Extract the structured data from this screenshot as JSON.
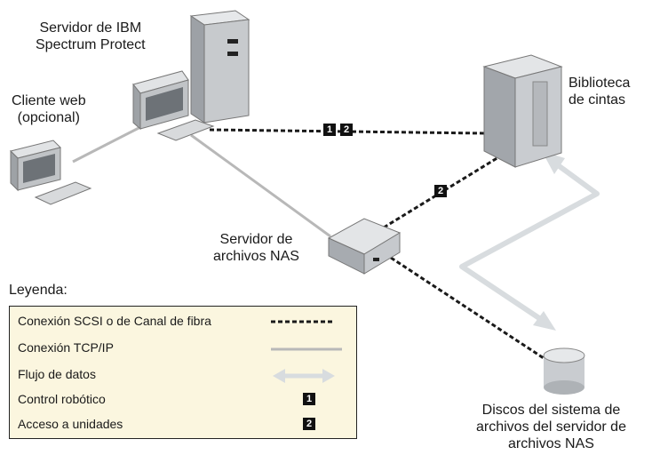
{
  "labels": {
    "server": [
      "Servidor de IBM",
      "Spectrum Protect"
    ],
    "web_client": [
      "Cliente web",
      "(opcional)"
    ],
    "tape_library": [
      "Biblioteca",
      "de cintas"
    ],
    "nas_server": [
      "Servidor de",
      "archivos NAS"
    ],
    "disks": [
      "Discos del sistema de",
      "archivos del servidor de",
      "archivos NAS"
    ]
  },
  "badges": {
    "robotic": "1",
    "drive": "2"
  },
  "legend": {
    "title": "Leyenda:",
    "items": [
      {
        "label": "Conexión SCSI o de Canal de fibra",
        "symbol": "dashed-line"
      },
      {
        "label": "Conexión TCP/IP",
        "symbol": "solid-gray-line"
      },
      {
        "label": "Flujo de datos",
        "symbol": "double-arrow"
      },
      {
        "label": "Control robótico",
        "symbol": "badge",
        "badge": "1"
      },
      {
        "label": "Acceso a unidades",
        "symbol": "badge",
        "badge": "2"
      }
    ]
  },
  "colors": {
    "scsi_line": "#1a1a1a",
    "tcpip_line": "#b8b8b8",
    "data_flow": "#d8dcdf",
    "legend_bg": "#fbf6df",
    "device": "#c9ccd0"
  }
}
